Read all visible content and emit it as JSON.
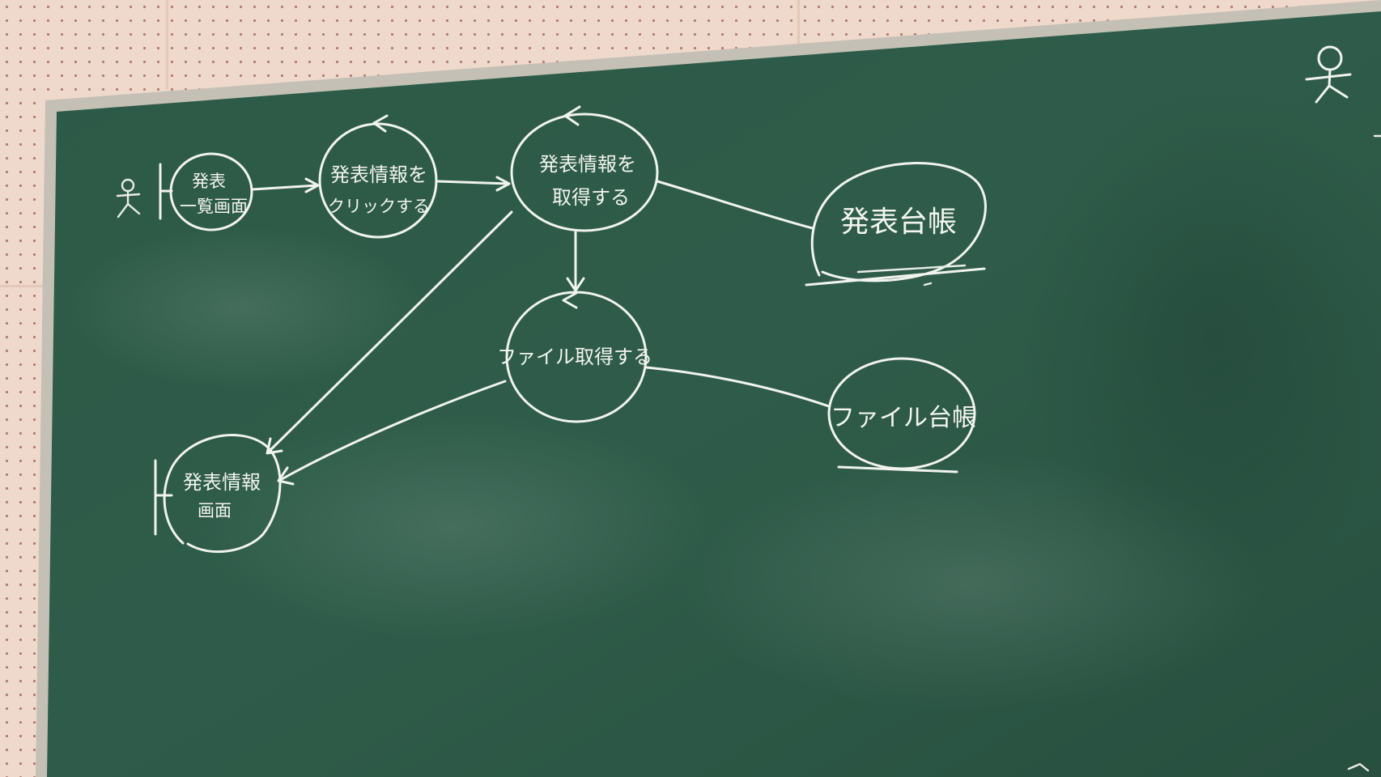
{
  "colors": {
    "board": "#2f5a48",
    "board_dark": "#274d3d",
    "frame": "#b9b4a8",
    "chalk": "#f1f3ee",
    "wall": "#efd8cc"
  },
  "nodes": {
    "list_screen": {
      "line1": "発表",
      "line2": "一覧画面"
    },
    "click_info": {
      "line1": "発表情報を",
      "line2": "クリックする"
    },
    "get_info": {
      "line1": "発表情報を",
      "line2": "取得する"
    },
    "get_file": {
      "line1": "ファイル取得する"
    },
    "info_screen": {
      "line1": "発表情報",
      "line2": "画面"
    },
    "presentation_ledger": {
      "line1": "発表台帳"
    },
    "file_ledger": {
      "line1": "ファイル台帳"
    }
  },
  "icons": {
    "actor_left": "stick-figure-actor",
    "actor_top_right": "stick-figure-actor"
  }
}
